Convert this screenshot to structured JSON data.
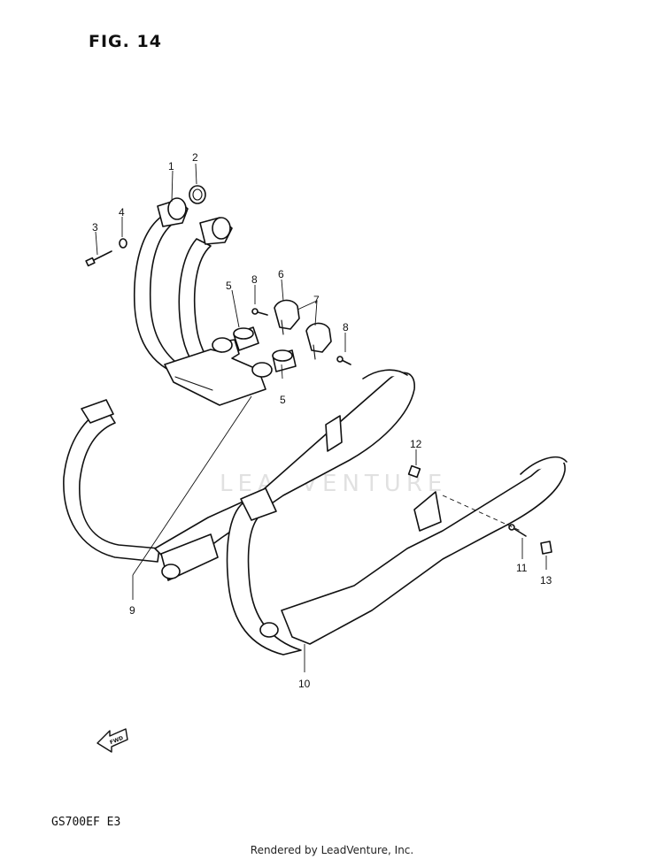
{
  "figure": {
    "title": "FIG. 14",
    "model": "GS700EF  E3",
    "footer": "Rendered by LeadVenture, Inc.",
    "watermark": "LEADVENTURE",
    "fwd_arrow_label": "FWD"
  },
  "callouts": [
    "1",
    "2",
    "3",
    "4",
    "5",
    "5",
    "6",
    "7",
    "8",
    "8",
    "9",
    "10",
    "11",
    "12",
    "13"
  ],
  "colors": {
    "ink": "#111111",
    "paper": "#ffffff",
    "watermark": "#c9c9c9"
  }
}
